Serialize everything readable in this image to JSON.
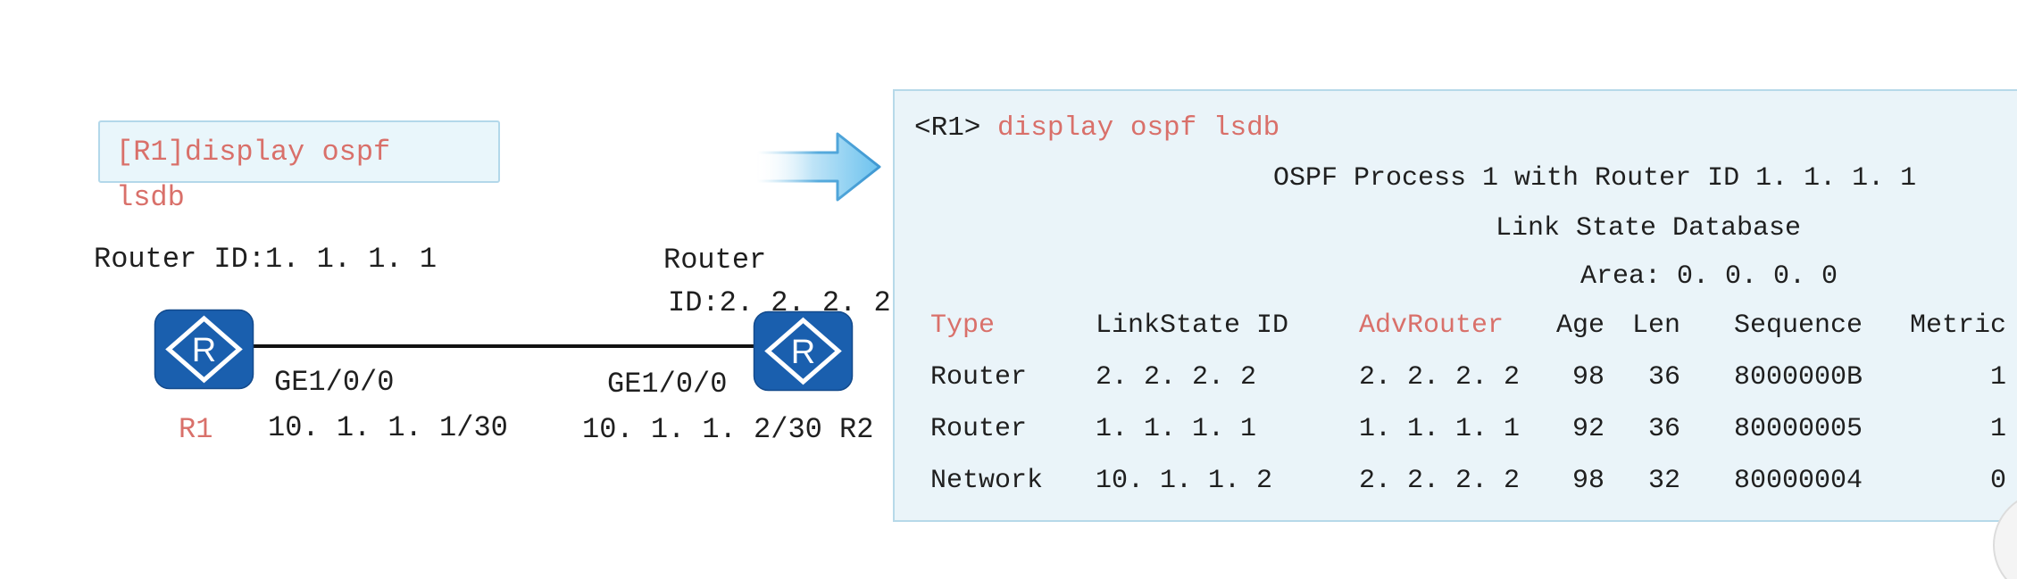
{
  "colors": {
    "accent_red": "#d9706a",
    "text": "#1f1f1f",
    "panel_bg": "#eaf4f9",
    "panel_border": "#b7d9e9",
    "router_blue": "#1a5fae",
    "arrow_blue": "#7ecbf0"
  },
  "topology": {
    "command_box": {
      "line1": "[R1]display ospf",
      "line2": "lsdb"
    },
    "r1": {
      "router_id_label": "Router ID:1. 1. 1. 1",
      "name": "R1",
      "interface": "GE1/0/0",
      "ip": "10. 1. 1. 1/30",
      "icon_letter": "R"
    },
    "r2": {
      "router_id_line1": "Router",
      "router_id_line2": "ID:2. 2. 2. 2",
      "interface": "GE1/0/0",
      "ip_and_name": "10. 1. 1. 2/30 R2",
      "icon_letter": "R"
    }
  },
  "terminal": {
    "prompt": "<R1>",
    "command": " display ospf lsdb",
    "line_process": "OSPF Process 1 with Router ID 1. 1. 1. 1",
    "line_lsdb": "Link State Database",
    "line_area": "Area: 0. 0. 0. 0",
    "table": {
      "headers": [
        "Type",
        "LinkState ID",
        "AdvRouter",
        "Age",
        "Len",
        "Sequence",
        "Metric"
      ],
      "rows": [
        [
          "Router",
          "2. 2. 2. 2",
          "2. 2. 2. 2",
          "98",
          "36",
          "8000000B",
          "1"
        ],
        [
          "Router",
          "1. 1. 1. 1",
          "1. 1. 1. 1",
          "92",
          "36",
          "80000005",
          "1"
        ],
        [
          "Network",
          "10. 1. 1. 2",
          "2. 2. 2. 2",
          "98",
          "32",
          "80000004",
          "0"
        ]
      ]
    }
  }
}
